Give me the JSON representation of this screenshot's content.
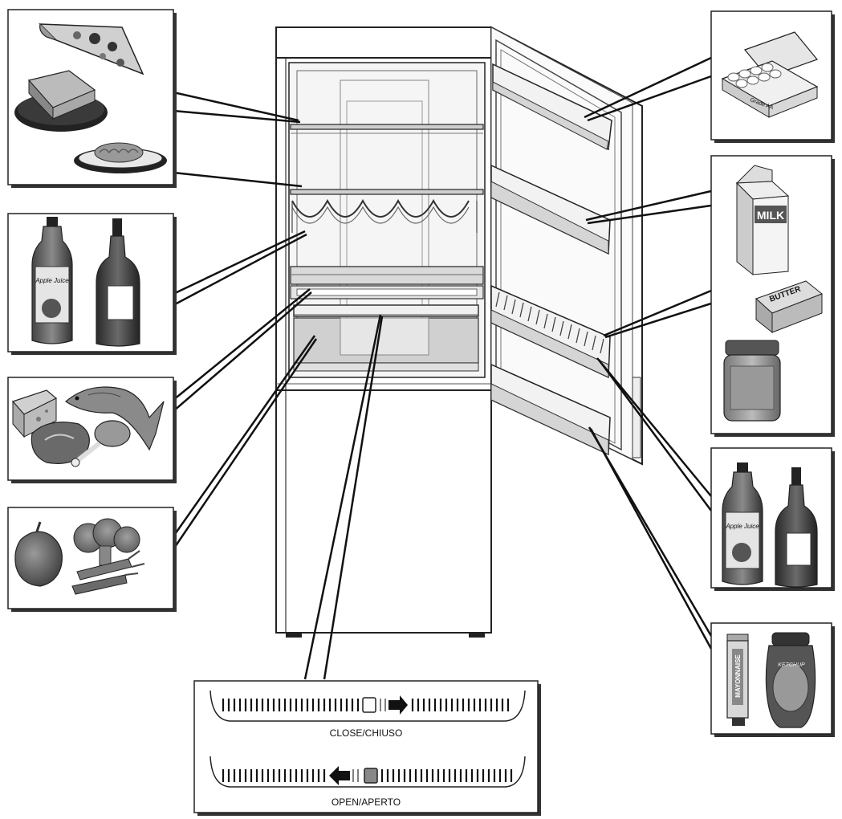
{
  "diagram": {
    "callouts": [
      {
        "id": "cooked-food",
        "content": [
          "pizza-slice",
          "cake-slice",
          "pasta-plate"
        ]
      },
      {
        "id": "bottles-left",
        "content": [
          "juice-bottle",
          "wine-bottle"
        ]
      },
      {
        "id": "meat-fish",
        "content": [
          "cheese",
          "fish",
          "steak",
          "chicken-leg"
        ]
      },
      {
        "id": "vegetables",
        "content": [
          "pepper",
          "broccoli",
          "carrots"
        ]
      },
      {
        "id": "eggs",
        "content": [
          "egg-carton"
        ]
      },
      {
        "id": "dairy",
        "content": [
          "milk-carton",
          "butter",
          "jar"
        ]
      },
      {
        "id": "bottles-right",
        "content": [
          "juice-bottle",
          "wine-bottle"
        ]
      },
      {
        "id": "condiments",
        "content": [
          "tube",
          "squeeze-bottle"
        ]
      }
    ],
    "labels": {
      "juice_left": "Apple Juice",
      "juice_right": "Apple Juice",
      "milk": "MILK",
      "butter": "BUTTER",
      "egg_carton": "Grade AA",
      "mayonnaise": "MAYONNAISE",
      "ketchup": "KETCHUP"
    },
    "vent": {
      "close_label": "CLOSE/CHIUSO",
      "open_label": "OPEN/APERTO"
    }
  },
  "colors": {
    "outline": "#222222",
    "panel_fill": "#ffffff",
    "shadow": "#333333",
    "interior": "#f4f4f4",
    "crisper": "#cfcfcf"
  }
}
